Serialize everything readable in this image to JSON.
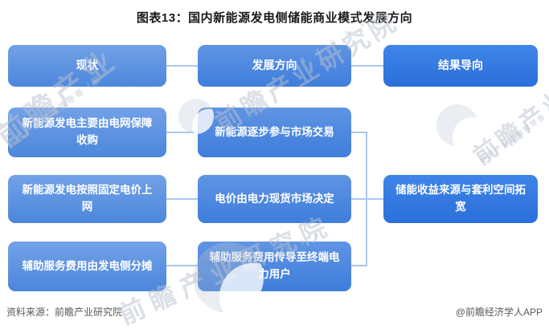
{
  "title": "图表13：国内新能源发电侧储能商业模式发展方向",
  "flow": {
    "headers": {
      "current": "现状",
      "direction": "发展方向",
      "result": "结果导向"
    },
    "current_items": [
      "新能源发电主要由电网保障收购",
      "新能源发电按照固定电价上网",
      "辅助服务费用由发电侧分摊"
    ],
    "direction_items": [
      "新能源逐步参与市场交易",
      "电价由电力现货市场决定",
      "辅助服务费用传导至终端电力用户"
    ],
    "result_items": [
      "储能收益来源与套利空间拓宽"
    ]
  },
  "footer": {
    "source": "资料来源：前瞻产业研究院",
    "credit": "@前瞻经济学人APP"
  },
  "watermarks": {
    "brand_short": "前瞻产业",
    "brand_full": "前瞻产业研究院",
    "tagline": "中国产业咨询领导者（股",
    "stock_code": "8 3 9 5 9 9"
  },
  "colors": {
    "box_light_top": "#72A1E7",
    "box_light_bottom": "#4C87DC",
    "box_mid_top": "#6094E4",
    "box_mid_bottom": "#3E7EDB",
    "box_vivid_top": "#3F85E8",
    "box_vivid_bottom": "#2B6FDA",
    "connector": "#A9C9EF",
    "title_text": "#1a1a1a",
    "footer_text": "#595959",
    "box_text": "#ffffff"
  }
}
